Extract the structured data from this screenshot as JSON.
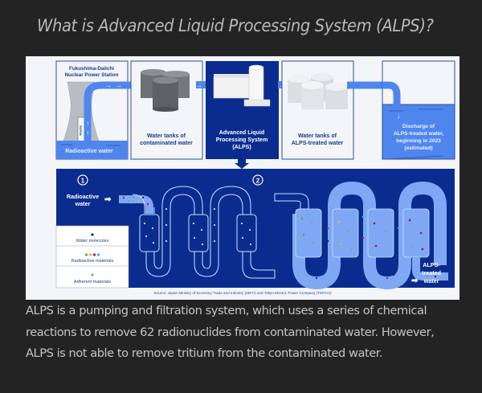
{
  "page": {
    "title": "What is Advanced Liquid Processing System (ALPS)?",
    "body": "ALPS is a pumping and filtration system, which uses a series of chemical reactions to remove 62 radionuclides from contaminated water. However, ALPS is not able to remove tritium from the contaminated water."
  },
  "figure": {
    "top_panels": [
      {
        "id": "plant",
        "lines": [
          "Fukushima-Daiichi",
          "Nuclear Power Station"
        ],
        "water_label": "Radioactive water",
        "reactor_label": "Reactor"
      },
      {
        "id": "contaminated-tanks",
        "lines": [
          "Water tanks of",
          "contaminated water"
        ]
      },
      {
        "id": "alps",
        "lines": [
          "Advanced Liquid",
          "Processing System",
          "(ALPS)"
        ]
      },
      {
        "id": "treated-tanks",
        "lines": [
          "Water tanks of",
          "ALPS-treated water"
        ]
      },
      {
        "id": "discharge",
        "lines": [
          "Discharge of",
          "ALPS-treated water,",
          "beginning in 2023",
          "(estimated)"
        ]
      }
    ],
    "process": {
      "step1_number": "1",
      "step2_number": "2",
      "input_label": [
        "Radioactive",
        "water"
      ],
      "output_label": [
        "ALPS-",
        "treated",
        "water"
      ]
    },
    "legend": [
      {
        "label": "Water molecules",
        "colors": [
          "#0c2a6a"
        ]
      },
      {
        "label": "Radioactive materials",
        "colors": [
          "#6aa83a",
          "#e0b93a",
          "#b0185a",
          "#2fb6d8"
        ]
      },
      {
        "label": "Adherent materials",
        "colors": [
          "#9a9a9a"
        ]
      }
    ],
    "source": "Source: Japan Ministry of Economy Trade and Industry (METI) and Tokyo Electric Power Company (TEPCO)",
    "colors": {
      "navy": "#0a2c8f",
      "water_blue": "#4f86ee",
      "light_blue": "#7fa8f4",
      "panel_border": "#2b4f9e",
      "panel_bg": "#f4f5f8"
    }
  }
}
